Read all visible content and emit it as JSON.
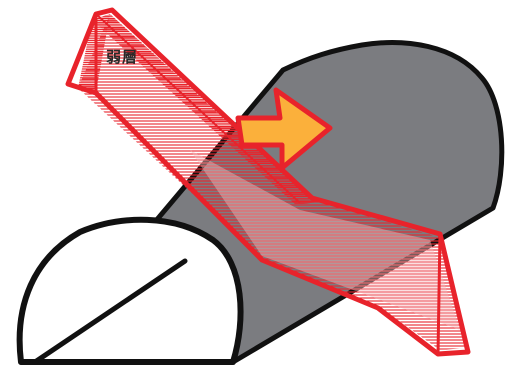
{
  "diagram": {
    "label": "弱層",
    "colors": {
      "tunnel_fill": "#7b7c80",
      "outline": "#111111",
      "weak_layer": "#e8232b",
      "arrow_fill": "#fbb03b",
      "arrow_stroke": "#e8232b"
    },
    "icons": [
      "tunnel-body",
      "weak-layer-band",
      "direction-arrow"
    ]
  }
}
